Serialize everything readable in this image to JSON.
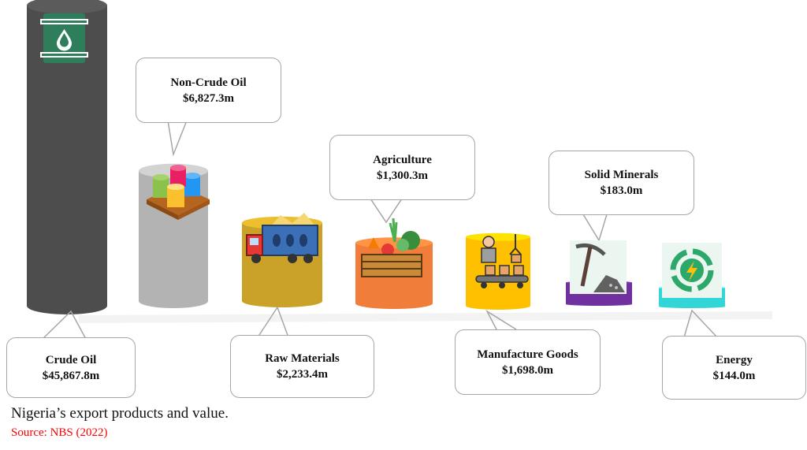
{
  "chart_data": {
    "type": "bar",
    "style": "3d-cylinder",
    "unit": "$ million",
    "categories": [
      "Crude Oil",
      "Non-Crude Oil",
      "Raw Materials",
      "Agriculture",
      "Manufacture Goods",
      "Solid Minerals",
      "Energy"
    ],
    "values": [
      45867.8,
      6827.3,
      2233.4,
      1300.3,
      1698.0,
      183.0,
      144.0
    ],
    "value_labels": [
      "$45,867.8m",
      "$6,827.3m",
      "$2,233.4m",
      "$1,300.3m",
      "$1,698.0m",
      "$183.0m",
      "$144.0m"
    ],
    "colors": [
      "#4d4d4d",
      "#b3b3b3",
      "#c9a227",
      "#f07d3a",
      "#ffc000",
      "#7030a0",
      "#33d6d6"
    ],
    "icons": [
      "oil-barrel-icon",
      "stacked-barrels-icon",
      "dump-truck-icon",
      "vegetable-crate-icon",
      "factory-worker-conveyor-icon",
      "pickaxe-icon",
      "renewable-energy-icon"
    ]
  },
  "caption": "Nigeria’s export products and value.",
  "source": "Source: NBS (2022)"
}
